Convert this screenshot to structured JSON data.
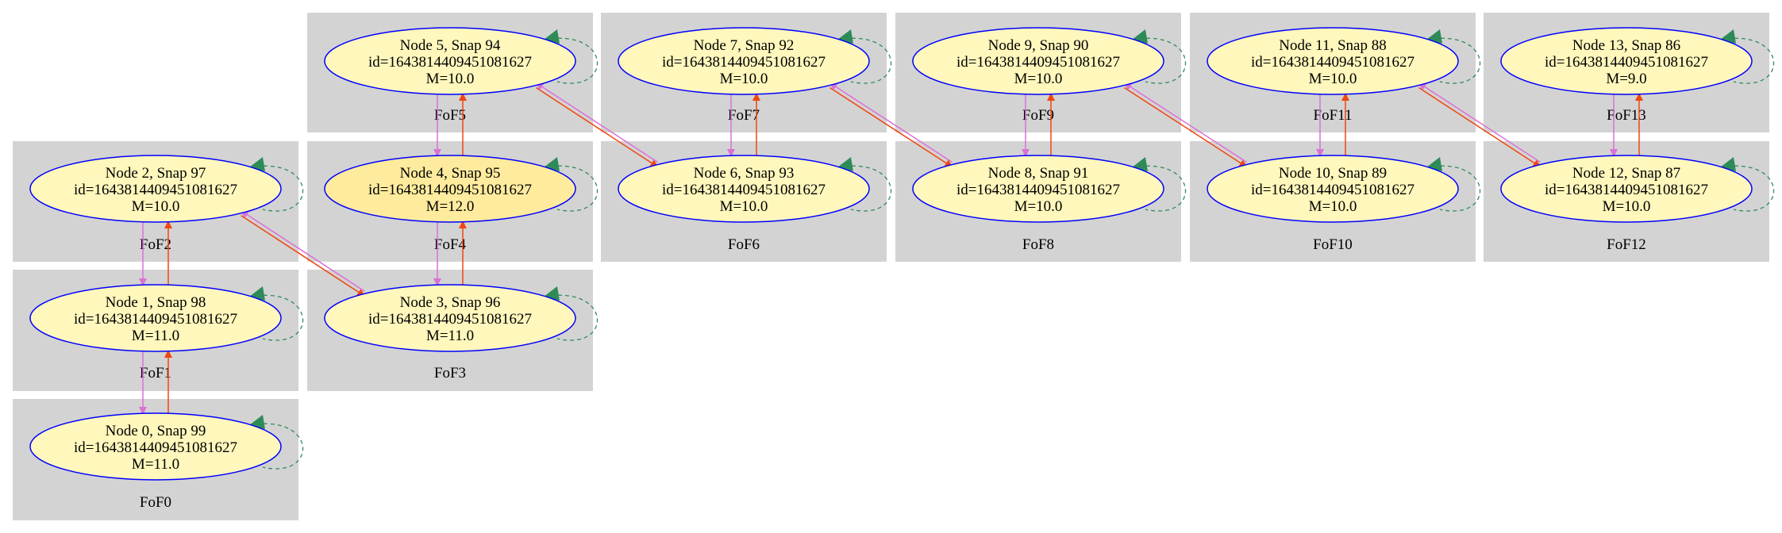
{
  "colors": {
    "background": "#ffffff",
    "cluster_fill": "#d3d3d3",
    "node_fill": "#fff7bc",
    "node_fill_highlight": "#feeb9d",
    "node_stroke": "#0000ff",
    "edge_progenitor": "#da70d6",
    "edge_descendant": "#f0460f",
    "edge_self_loop": "#2e8b57"
  },
  "clusters": [
    {
      "id": "FoF0",
      "label": "FoF0"
    },
    {
      "id": "FoF1",
      "label": "FoF1"
    },
    {
      "id": "FoF2",
      "label": "FoF2"
    },
    {
      "id": "FoF3",
      "label": "FoF3"
    },
    {
      "id": "FoF4",
      "label": "FoF4"
    },
    {
      "id": "FoF5",
      "label": "FoF5"
    },
    {
      "id": "FoF6",
      "label": "FoF6"
    },
    {
      "id": "FoF7",
      "label": "FoF7"
    },
    {
      "id": "FoF8",
      "label": "FoF8"
    },
    {
      "id": "FoF9",
      "label": "FoF9"
    },
    {
      "id": "FoF10",
      "label": "FoF10"
    },
    {
      "id": "FoF11",
      "label": "FoF11"
    },
    {
      "id": "FoF12",
      "label": "FoF12"
    },
    {
      "id": "FoF13",
      "label": "FoF13"
    }
  ],
  "nodes": [
    {
      "cluster": "FoF0",
      "title": "Node 0, Snap 99",
      "id_line": "id=1643814409451081627",
      "mass_line": "M=11.0",
      "highlight": false
    },
    {
      "cluster": "FoF1",
      "title": "Node 1, Snap 98",
      "id_line": "id=1643814409451081627",
      "mass_line": "M=11.0",
      "highlight": false
    },
    {
      "cluster": "FoF2",
      "title": "Node 2, Snap 97",
      "id_line": "id=1643814409451081627",
      "mass_line": "M=10.0",
      "highlight": false
    },
    {
      "cluster": "FoF3",
      "title": "Node 3, Snap 96",
      "id_line": "id=1643814409451081627",
      "mass_line": "M=11.0",
      "highlight": false
    },
    {
      "cluster": "FoF4",
      "title": "Node 4, Snap 95",
      "id_line": "id=1643814409451081627",
      "mass_line": "M=12.0",
      "highlight": true
    },
    {
      "cluster": "FoF5",
      "title": "Node 5, Snap 94",
      "id_line": "id=1643814409451081627",
      "mass_line": "M=10.0",
      "highlight": false
    },
    {
      "cluster": "FoF6",
      "title": "Node 6, Snap 93",
      "id_line": "id=1643814409451081627",
      "mass_line": "M=10.0",
      "highlight": false
    },
    {
      "cluster": "FoF7",
      "title": "Node 7, Snap 92",
      "id_line": "id=1643814409451081627",
      "mass_line": "M=10.0",
      "highlight": false
    },
    {
      "cluster": "FoF8",
      "title": "Node 8, Snap 91",
      "id_line": "id=1643814409451081627",
      "mass_line": "M=10.0",
      "highlight": false
    },
    {
      "cluster": "FoF9",
      "title": "Node 9, Snap 90",
      "id_line": "id=1643814409451081627",
      "mass_line": "M=10.0",
      "highlight": false
    },
    {
      "cluster": "FoF10",
      "title": "Node 10, Snap 89",
      "id_line": "id=1643814409451081627",
      "mass_line": "M=10.0",
      "highlight": false
    },
    {
      "cluster": "FoF11",
      "title": "Node 11, Snap 88",
      "id_line": "id=1643814409451081627",
      "mass_line": "M=10.0",
      "highlight": false
    },
    {
      "cluster": "FoF12",
      "title": "Node 12, Snap 87",
      "id_line": "id=1643814409451081627",
      "mass_line": "M=10.0",
      "highlight": false
    },
    {
      "cluster": "FoF13",
      "title": "Node 13, Snap 86",
      "id_line": "id=1643814409451081627",
      "mass_line": "M=9.0",
      "highlight": false
    }
  ],
  "edges": [
    {
      "from": 0,
      "to": 1,
      "kind": "descendant"
    },
    {
      "from": 1,
      "to": 0,
      "kind": "progenitor"
    },
    {
      "from": 1,
      "to": 2,
      "kind": "descendant"
    },
    {
      "from": 2,
      "to": 1,
      "kind": "progenitor"
    },
    {
      "from": 2,
      "to": 3,
      "kind": "descendant"
    },
    {
      "from": 3,
      "to": 2,
      "kind": "progenitor"
    },
    {
      "from": 3,
      "to": 4,
      "kind": "descendant"
    },
    {
      "from": 4,
      "to": 3,
      "kind": "progenitor"
    },
    {
      "from": 4,
      "to": 5,
      "kind": "descendant"
    },
    {
      "from": 5,
      "to": 4,
      "kind": "progenitor"
    },
    {
      "from": 5,
      "to": 6,
      "kind": "descendant"
    },
    {
      "from": 6,
      "to": 5,
      "kind": "progenitor"
    },
    {
      "from": 6,
      "to": 7,
      "kind": "descendant"
    },
    {
      "from": 7,
      "to": 6,
      "kind": "progenitor"
    },
    {
      "from": 7,
      "to": 8,
      "kind": "descendant"
    },
    {
      "from": 8,
      "to": 7,
      "kind": "progenitor"
    },
    {
      "from": 8,
      "to": 9,
      "kind": "descendant"
    },
    {
      "from": 9,
      "to": 8,
      "kind": "progenitor"
    },
    {
      "from": 9,
      "to": 10,
      "kind": "descendant"
    },
    {
      "from": 10,
      "to": 9,
      "kind": "progenitor"
    },
    {
      "from": 10,
      "to": 11,
      "kind": "descendant"
    },
    {
      "from": 11,
      "to": 10,
      "kind": "progenitor"
    },
    {
      "from": 11,
      "to": 12,
      "kind": "descendant"
    },
    {
      "from": 12,
      "to": 11,
      "kind": "progenitor"
    },
    {
      "from": 12,
      "to": 13,
      "kind": "descendant"
    },
    {
      "from": 13,
      "to": 12,
      "kind": "progenitor"
    }
  ]
}
